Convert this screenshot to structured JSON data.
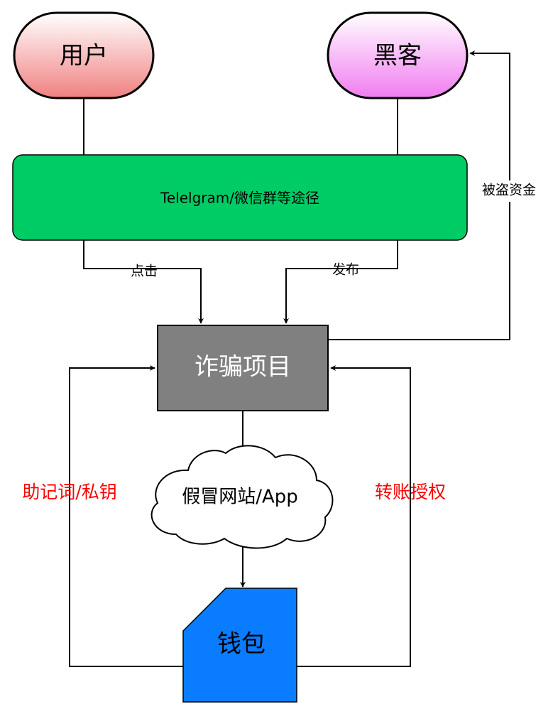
{
  "nodes": {
    "user": {
      "label": "用户",
      "fill_top": "#ffffff",
      "fill_bottom": "#f08080"
    },
    "hacker": {
      "label": "黑客",
      "fill_top": "#ffffff",
      "fill_bottom": "#f07cf0"
    },
    "channel": {
      "label": "Telelgram/微信群等途径",
      "fill": "#00cc66"
    },
    "scam": {
      "label": "诈骗项目",
      "fill": "#808080"
    },
    "fake": {
      "label": "假冒网站/App"
    },
    "wallet": {
      "label": "钱包",
      "fill": "#0a7cff"
    }
  },
  "edges": {
    "click": "点击",
    "publish": "发布",
    "stolen": "被盗资金",
    "mnemonic": "助记词/私钥",
    "transfer": "转账授权"
  },
  "colors": {
    "stroke": "#000000",
    "alert_text": "#ff0000"
  }
}
